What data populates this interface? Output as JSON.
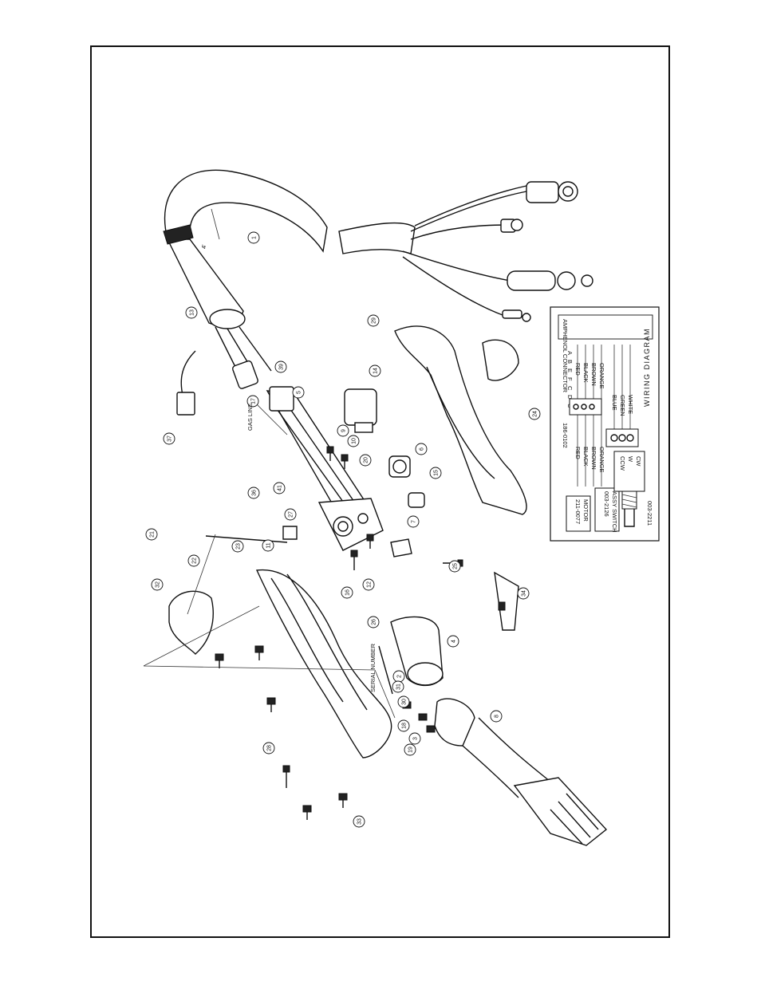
{
  "diagram": {
    "callouts": [
      {
        "n": "1"
      },
      {
        "n": "13"
      },
      {
        "n": "37"
      },
      {
        "n": "17"
      },
      {
        "n": "39"
      },
      {
        "n": "5"
      },
      {
        "n": "9"
      },
      {
        "n": "10"
      },
      {
        "n": "20"
      },
      {
        "n": "41"
      },
      {
        "n": "36"
      },
      {
        "n": "21"
      },
      {
        "n": "22"
      },
      {
        "n": "27"
      },
      {
        "n": "11"
      },
      {
        "n": "16"
      },
      {
        "n": "12"
      },
      {
        "n": "6"
      },
      {
        "n": "14"
      },
      {
        "n": "15"
      },
      {
        "n": "7"
      },
      {
        "n": "25"
      },
      {
        "n": "23"
      },
      {
        "n": "32"
      },
      {
        "n": "26"
      },
      {
        "n": "2"
      },
      {
        "n": "4"
      },
      {
        "n": "18"
      },
      {
        "n": "19"
      },
      {
        "n": "8"
      },
      {
        "n": "28"
      },
      {
        "n": "33"
      },
      {
        "n": "34"
      },
      {
        "n": "24"
      },
      {
        "n": "31"
      },
      {
        "n": "30"
      },
      {
        "n": "3"
      },
      {
        "n": "29"
      }
    ],
    "labels": {
      "gas_line": "GAS LINE",
      "serial_number": "SERIAL NUMBER",
      "cable_dim": "4'"
    },
    "wiring": {
      "title": "WIRING DIAGRAM",
      "connector": "AMPHENOL CONNECTOR",
      "pins": [
        "A",
        "B",
        "E",
        "F",
        "C",
        "D",
        "C"
      ],
      "wires_top": [
        "RED",
        "BLACK",
        "BROWN",
        "ORANGE"
      ],
      "wires_pot": [
        "BLUE",
        "GREEN",
        "WHITE"
      ],
      "terminal_block": "186-0102",
      "motor_part": "211-0077",
      "motor_label": "MOTOR",
      "switch_part": "003-2126",
      "switch_label": "ASSY SWITCH",
      "pot_part": "003-2211",
      "pot_terms": [
        "CCW",
        "W",
        "CW"
      ],
      "left_wires": [
        "RED",
        "BLACK",
        "BROWN",
        "ORANGE"
      ]
    }
  }
}
